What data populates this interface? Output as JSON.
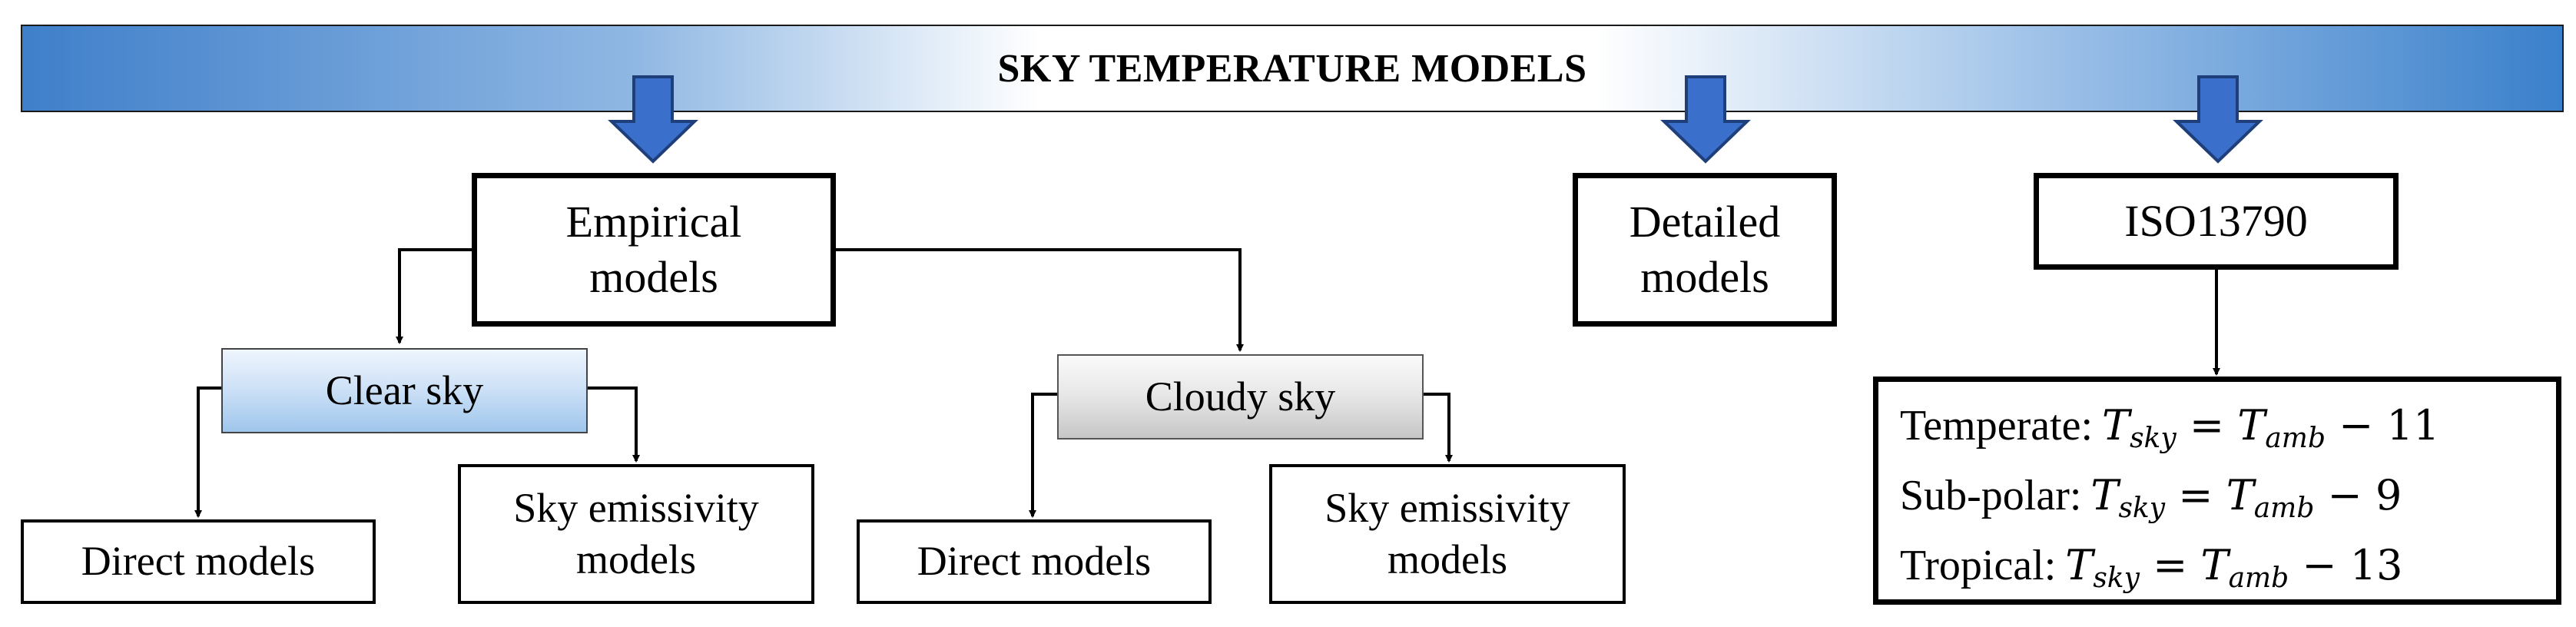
{
  "header": {
    "title": "SKY TEMPERATURE MODELS"
  },
  "branches": {
    "empirical": {
      "label_line1": "Empirical",
      "label_line2": "models",
      "clear": {
        "label": "Clear sky",
        "direct": "Direct models",
        "emissivity_line1": "Sky emissivity",
        "emissivity_line2": "models"
      },
      "cloudy": {
        "label": "Cloudy sky",
        "direct": "Direct models",
        "emissivity_line1": "Sky emissivity",
        "emissivity_line2": "models"
      }
    },
    "detailed": {
      "label_line1": "Detailed",
      "label_line2": "models"
    },
    "iso": {
      "label": "ISO13790",
      "rows": [
        {
          "name": "Temperate:",
          "t_sky": "T",
          "sky_sub": "sky",
          "eq": "=",
          "t_amb": "T",
          "amb_sub": "amb",
          "op": "−",
          "offset": "11"
        },
        {
          "name": "Sub-polar:",
          "t_sky": "T",
          "sky_sub": "sky",
          "eq": "=",
          "t_amb": "T",
          "amb_sub": "amb",
          "op": "−",
          "offset": "9"
        },
        {
          "name": "Tropical:",
          "t_sky": "T",
          "sky_sub": "sky",
          "eq": "=",
          "t_amb": "T",
          "amb_sub": "amb",
          "op": "−",
          "offset": "13"
        }
      ]
    }
  },
  "colors": {
    "arrow_fill": "#3a6fcc",
    "arrow_stroke": "#1f3f7a",
    "banner_edge": "#3f7fca"
  }
}
